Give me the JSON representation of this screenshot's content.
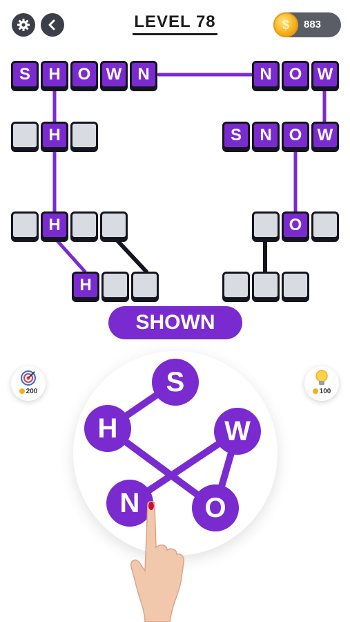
{
  "header": {
    "level_label": "LEVEL 78",
    "coins": "883",
    "coin_symbol": "$"
  },
  "icons": {
    "settings": "gear-icon",
    "back": "chevron-left-icon",
    "coin": "coin-icon",
    "target": "target-icon",
    "hint": "lightbulb-icon",
    "hand": "pointing-hand"
  },
  "board": {
    "filled_letters": [
      "S",
      "H",
      "O",
      "W",
      "N",
      "N",
      "O",
      "W",
      "S",
      "N",
      "O",
      "W",
      "H",
      "H",
      "O",
      "H"
    ]
  },
  "current_word": "SHOWN",
  "wheel": {
    "letters": {
      "s": "S",
      "w": "W",
      "o": "O",
      "n": "N",
      "h": "H"
    }
  },
  "helpers": {
    "target_cost": "200",
    "hint_cost": "100"
  },
  "colors": {
    "accent": "#7a2bd0",
    "dark": "#151520",
    "empty_tile": "#d8dbe2"
  }
}
